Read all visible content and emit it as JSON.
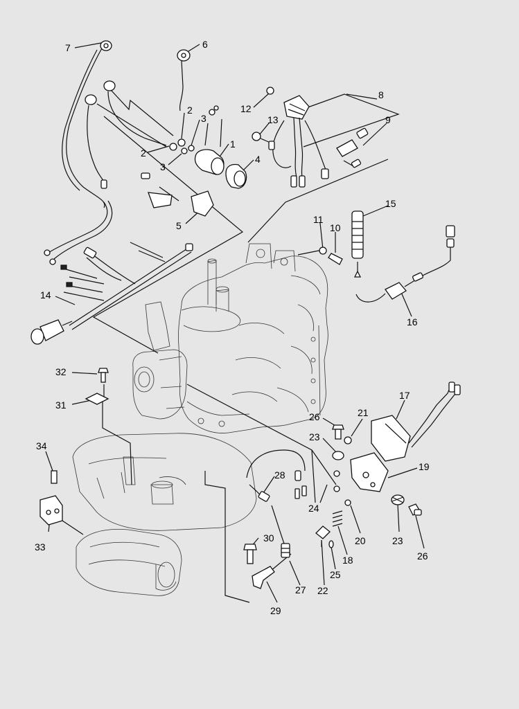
{
  "callouts": [
    {
      "id": "c7",
      "label": "7"
    },
    {
      "id": "c6",
      "label": "6"
    },
    {
      "id": "c2a",
      "label": "2"
    },
    {
      "id": "c3a",
      "label": "3"
    },
    {
      "id": "c2b",
      "label": "2"
    },
    {
      "id": "c3b",
      "label": "3"
    },
    {
      "id": "c1",
      "label": "1"
    },
    {
      "id": "c4",
      "label": "4"
    },
    {
      "id": "c5",
      "label": "5"
    },
    {
      "id": "c12",
      "label": "12"
    },
    {
      "id": "c13",
      "label": "13"
    },
    {
      "id": "c8",
      "label": "8"
    },
    {
      "id": "c9",
      "label": "9"
    },
    {
      "id": "c15",
      "label": "15"
    },
    {
      "id": "c11",
      "label": "11"
    },
    {
      "id": "c10",
      "label": "10"
    },
    {
      "id": "c14",
      "label": "14"
    },
    {
      "id": "c16",
      "label": "16"
    },
    {
      "id": "c32",
      "label": "32"
    },
    {
      "id": "c31",
      "label": "31"
    },
    {
      "id": "c17",
      "label": "17"
    },
    {
      "id": "c21",
      "label": "21"
    },
    {
      "id": "c26a",
      "label": "26"
    },
    {
      "id": "c23a",
      "label": "23"
    },
    {
      "id": "c19",
      "label": "19"
    },
    {
      "id": "c34",
      "label": "34"
    },
    {
      "id": "c28",
      "label": "28"
    },
    {
      "id": "c24",
      "label": "24"
    },
    {
      "id": "c20",
      "label": "20"
    },
    {
      "id": "c23b",
      "label": "23"
    },
    {
      "id": "c26b",
      "label": "26"
    },
    {
      "id": "c33",
      "label": "33"
    },
    {
      "id": "c30",
      "label": "30"
    },
    {
      "id": "c18",
      "label": "18"
    },
    {
      "id": "c25",
      "label": "25"
    },
    {
      "id": "c27",
      "label": "27"
    },
    {
      "id": "c22",
      "label": "22"
    },
    {
      "id": "c29",
      "label": "29"
    }
  ]
}
